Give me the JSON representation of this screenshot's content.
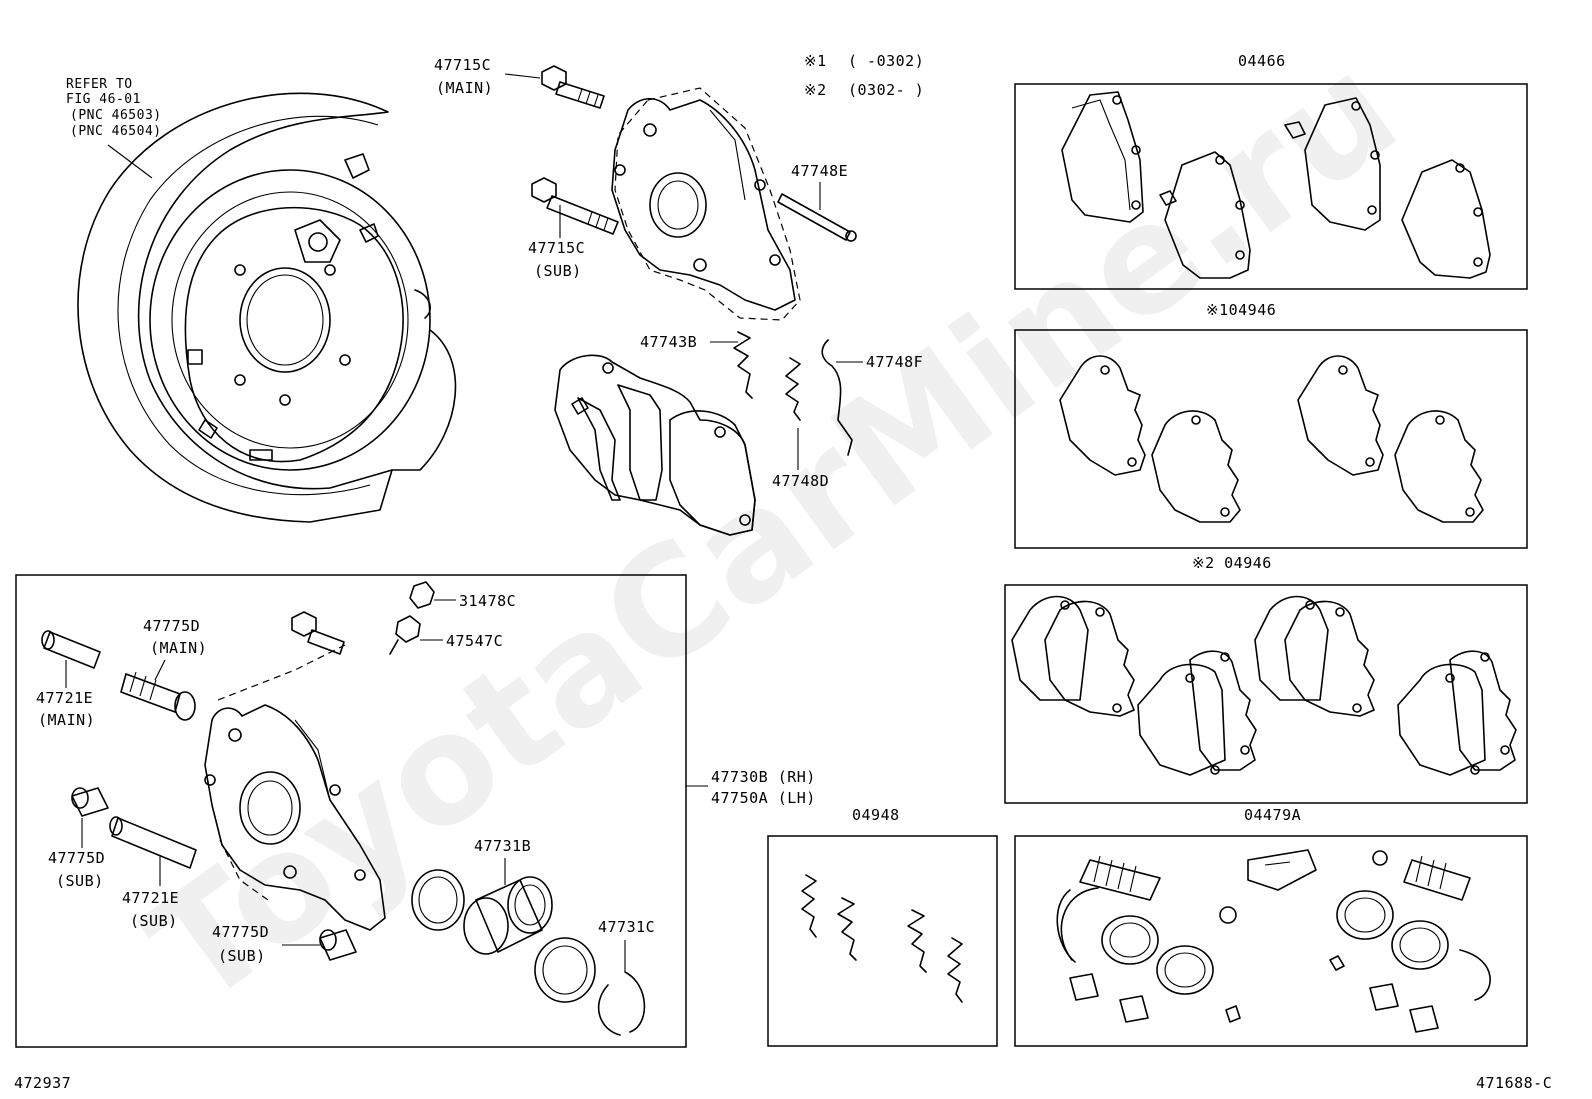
{
  "diagram": {
    "watermark": "ToyotaCarMine.ru",
    "figure_number_left": "472937",
    "figure_number_right": "471688-C",
    "refer_note": [
      "REFER TO",
      "FIG 46-01",
      "(PNC 46503)",
      "(PNC 46504)"
    ],
    "notes": {
      "note1_mark": "※1",
      "note1_range": "(      -0302)",
      "note2_mark": "※2",
      "note2_range": "(0302-      )"
    },
    "labels": {
      "p47715C_main": "47715C",
      "main_1": "(MAIN)",
      "p47715C_sub": "47715C",
      "sub_1": "(SUB)",
      "p47748E": "47748E",
      "p47743B": "47743B",
      "p47748F": "47748F",
      "p47748D": "47748D",
      "p31478C": "31478C",
      "p47547C": "47547C",
      "p47775D_main": "47775D",
      "main_2": "(MAIN)",
      "p47721E_main": "47721E",
      "main_3": "(MAIN)",
      "p47730B": "47730B (RH)",
      "p47750A": "47750A (LH)",
      "p47775D_sub1": "47775D",
      "sub_2": "(SUB)",
      "p47721E_sub": "47721E",
      "sub_3": "(SUB)",
      "p47775D_sub2": "47775D",
      "sub_4": "(SUB)",
      "p47731B": "47731B",
      "p47731C": "47731C"
    },
    "kits": {
      "k04466": "04466",
      "k04946_1": "※104946",
      "k04946_2": "※2 04946",
      "k04948": "04948",
      "k04479A": "04479A"
    }
  }
}
